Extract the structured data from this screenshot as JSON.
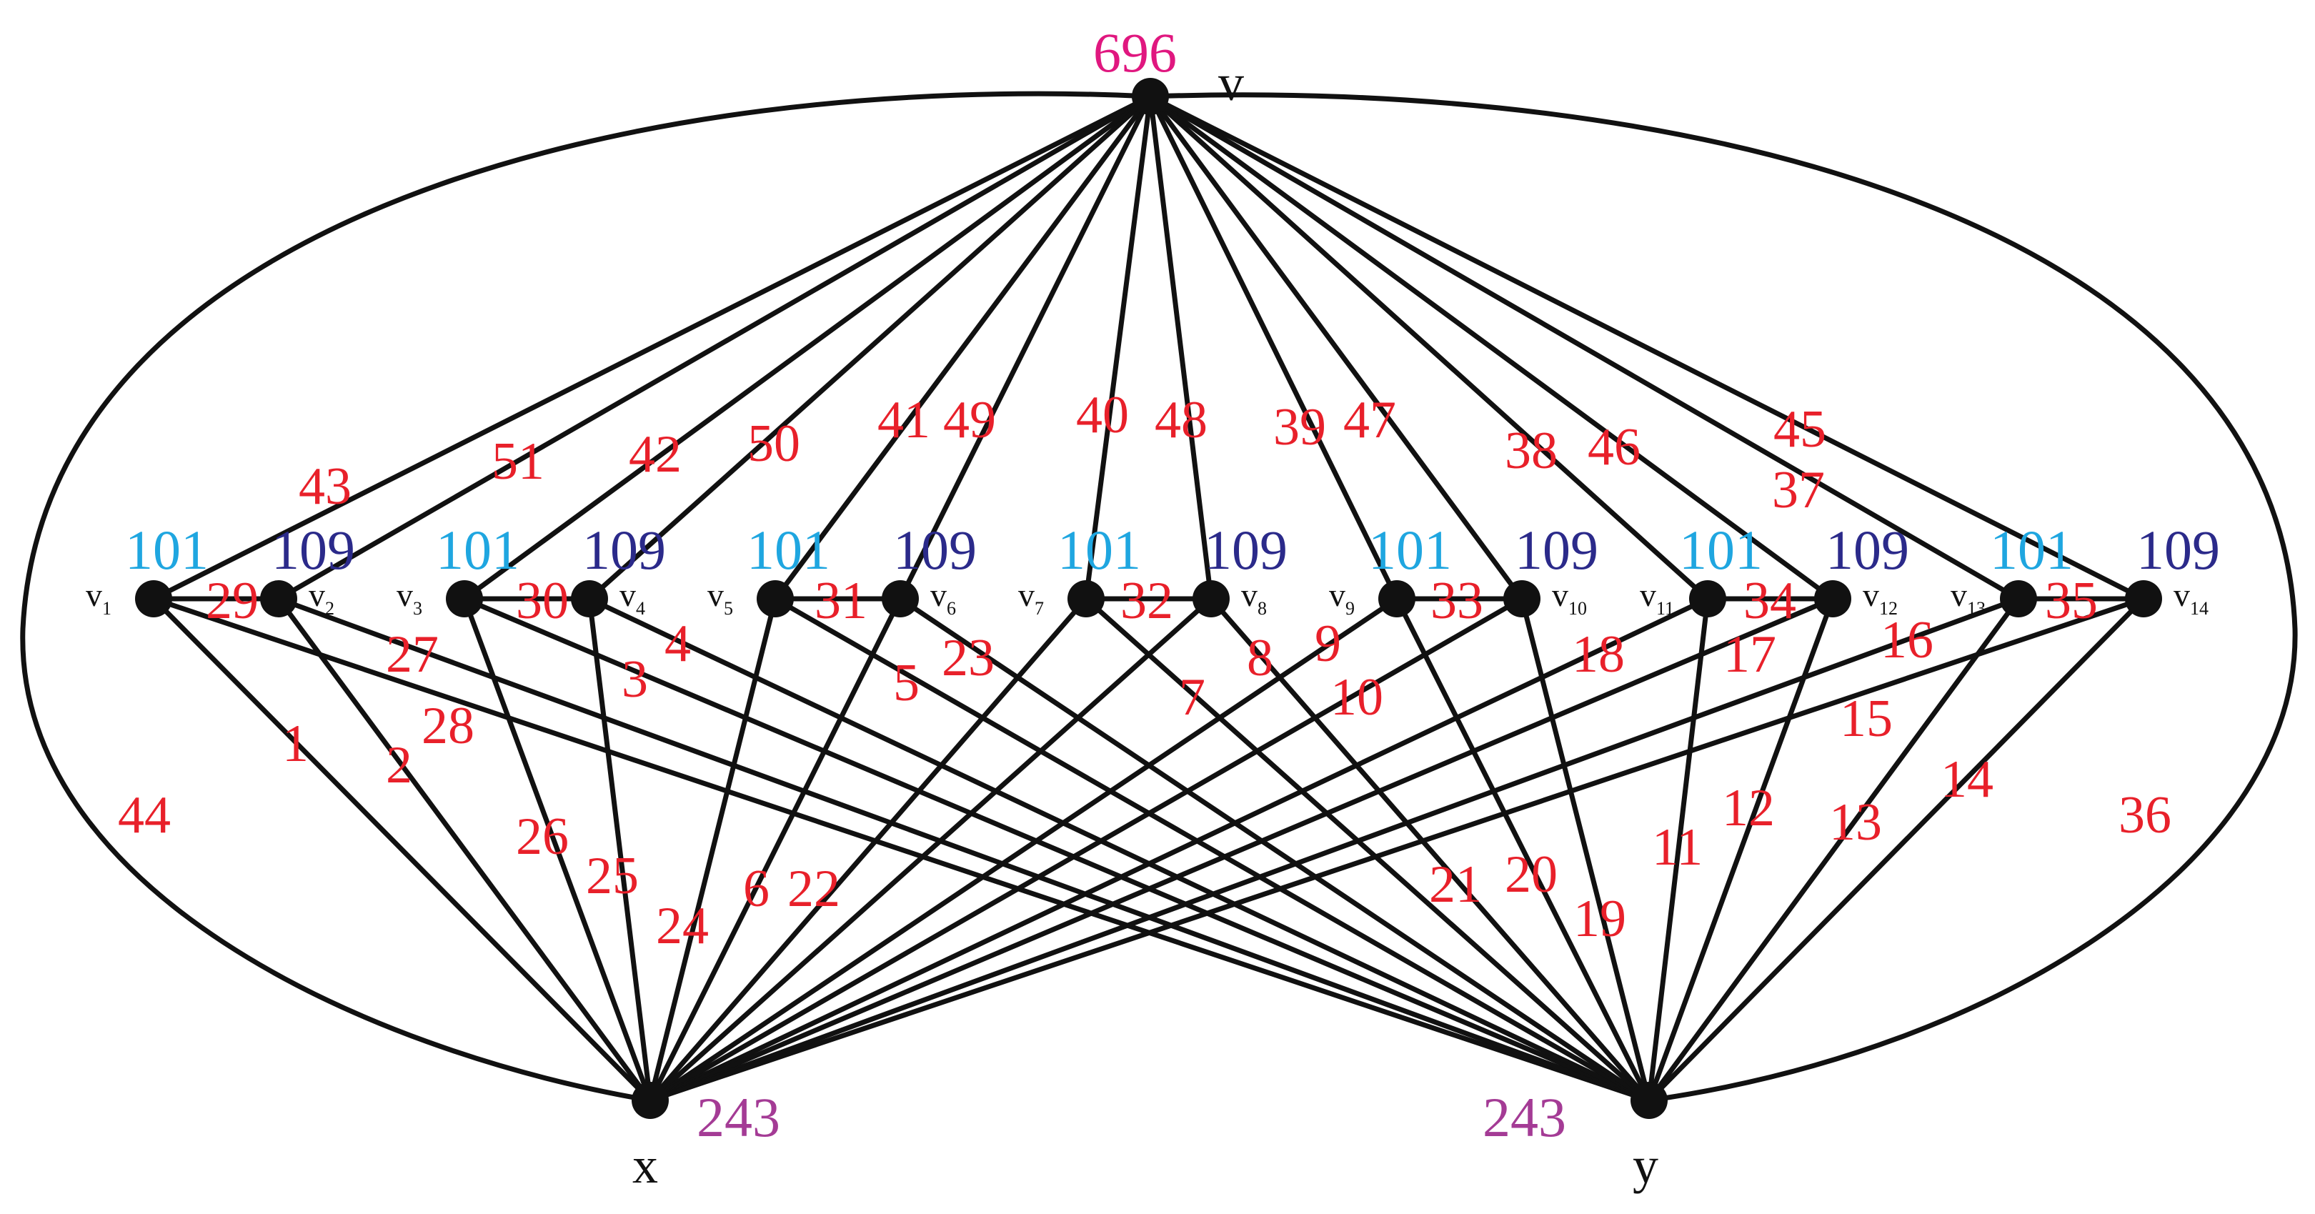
{
  "colors": {
    "edge": "#111111",
    "edge_label": "#e8202a",
    "apex_weight": "#e0177f",
    "odd_weight": "#1fa6e0",
    "even_weight": "#2b2a8a",
    "bottom_weight": "#a43b95"
  },
  "apex": {
    "name": "v",
    "weight": "696"
  },
  "x": {
    "name": "x",
    "weight": "243"
  },
  "y": {
    "name": "y",
    "weight": "243"
  },
  "vertices": [
    {
      "base": "v",
      "sub": "1",
      "weight": "101"
    },
    {
      "base": "v",
      "sub": "2",
      "weight": "109"
    },
    {
      "base": "v",
      "sub": "3",
      "weight": "101"
    },
    {
      "base": "v",
      "sub": "4",
      "weight": "109"
    },
    {
      "base": "v",
      "sub": "5",
      "weight": "101"
    },
    {
      "base": "v",
      "sub": "6",
      "weight": "109"
    },
    {
      "base": "v",
      "sub": "7",
      "weight": "101"
    },
    {
      "base": "v",
      "sub": "8",
      "weight": "109"
    },
    {
      "base": "v",
      "sub": "9",
      "weight": "101"
    },
    {
      "base": "v",
      "sub": "10",
      "weight": "109"
    },
    {
      "base": "v",
      "sub": "11",
      "weight": "101"
    },
    {
      "base": "v",
      "sub": "12",
      "weight": "109"
    },
    {
      "base": "v",
      "sub": "13",
      "weight": "101"
    },
    {
      "base": "v",
      "sub": "14",
      "weight": "109"
    }
  ],
  "pair_edge_labels": [
    "29",
    "30",
    "31",
    "32",
    "33",
    "34",
    "35"
  ],
  "apex_edge_labels": [
    "43",
    "51",
    "42",
    "50",
    "41",
    "49",
    "40",
    "48",
    "39",
    "47",
    "38",
    "46",
    "37",
    "45"
  ],
  "x_edge_labels": [
    "1",
    "2",
    "26",
    "25",
    "24",
    "6",
    "22"
  ],
  "y_edge_labels": [
    "21",
    "20",
    "19",
    "11",
    "12",
    "13",
    "14"
  ],
  "cross_edge_labels": [
    "27",
    "28",
    "3",
    "4",
    "5",
    "23",
    "7",
    "8",
    "9",
    "10",
    "18",
    "17",
    "16",
    "15"
  ],
  "outer_edge_labels": {
    "apex_x": "44",
    "apex_y": "36"
  }
}
